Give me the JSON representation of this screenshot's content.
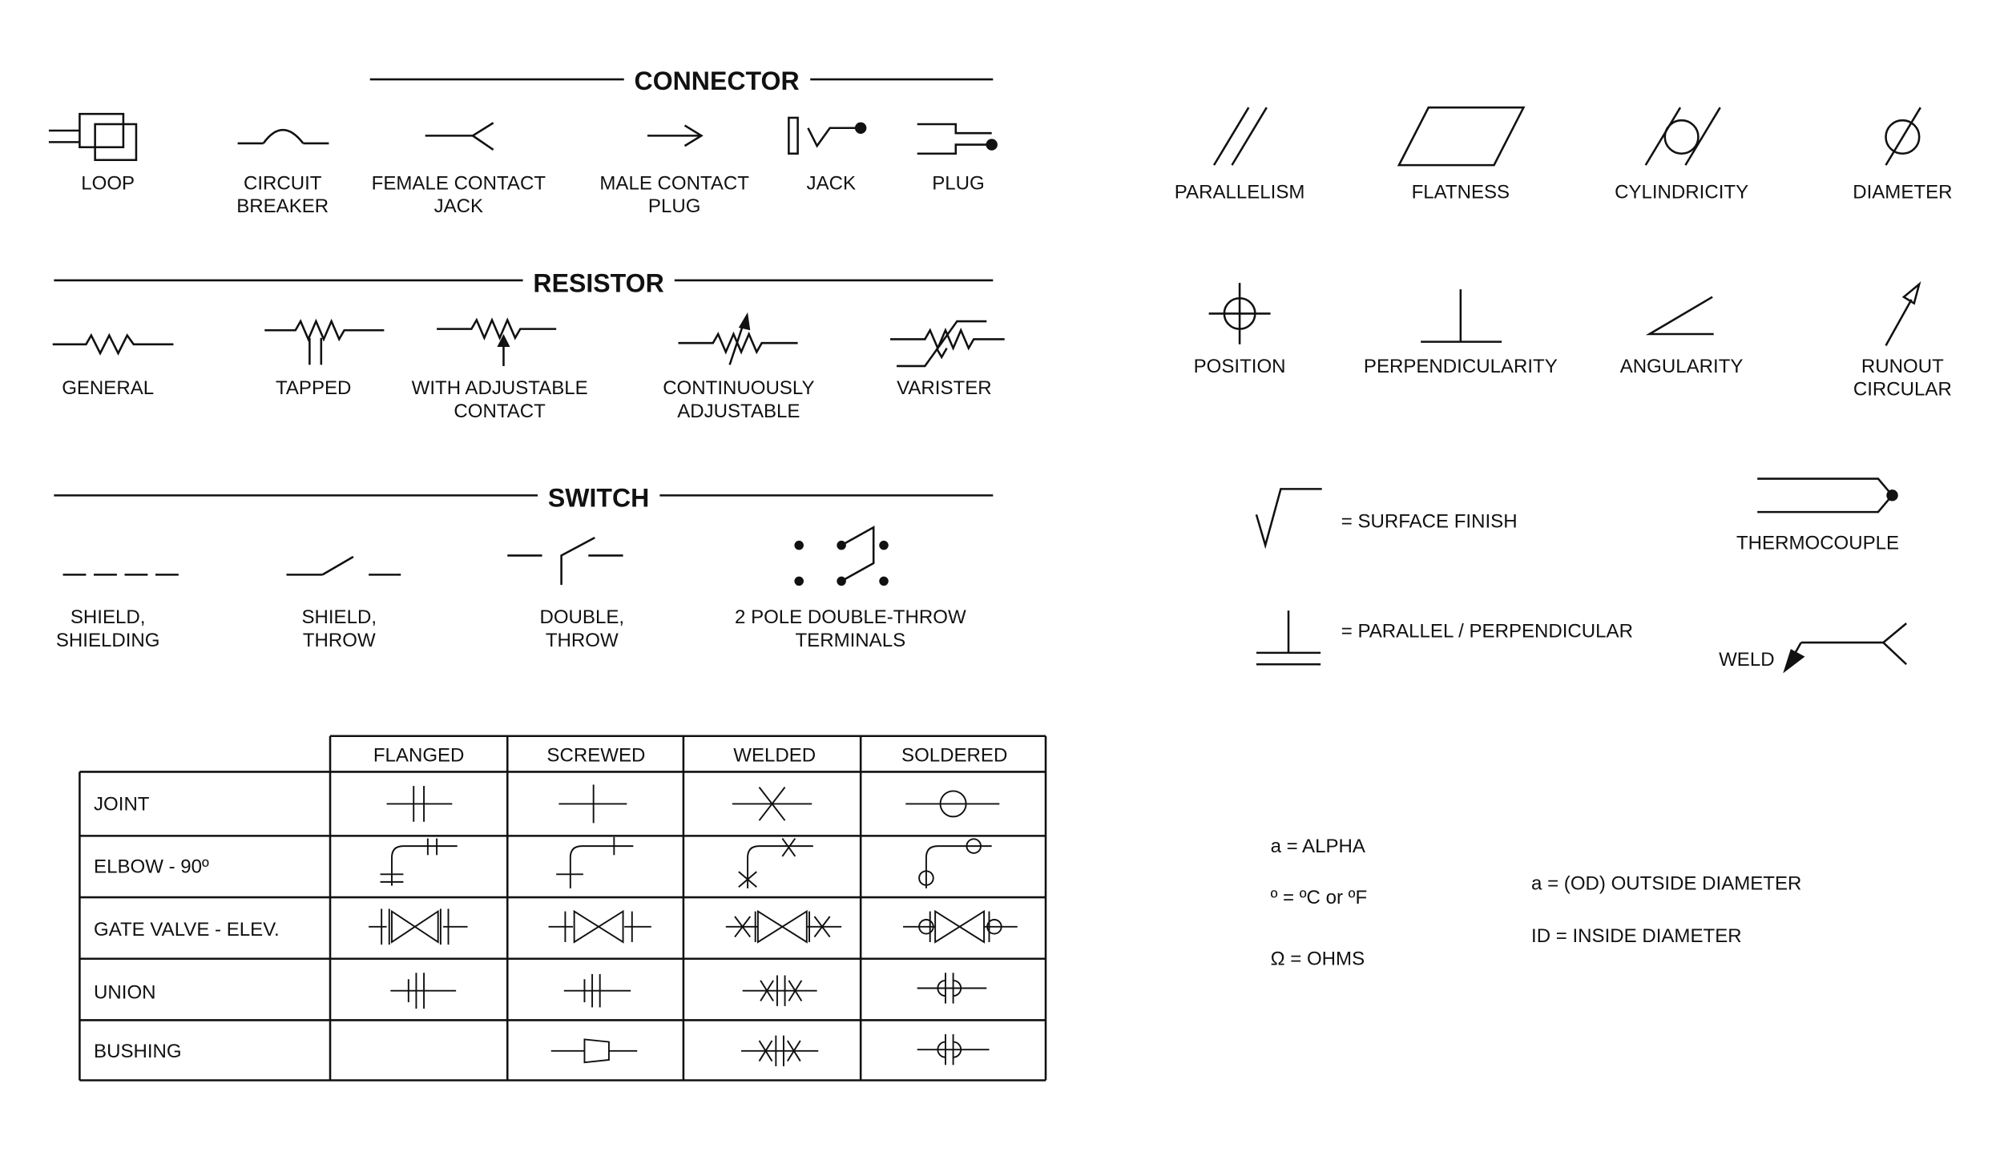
{
  "sections": {
    "connector": {
      "title": "CONNECTOR",
      "items": [
        "LOOP",
        "CIRCUIT\nBREAKER",
        "FEMALE CONTACT\nJACK",
        "MALE CONTACT\nPLUG",
        "JACK",
        "PLUG"
      ]
    },
    "resistor": {
      "title": "RESISTOR",
      "items": [
        "GENERAL",
        "TAPPED",
        "WITH ADJUSTABLE\nCONTACT",
        "CONTINUOUSLY\nADJUSTABLE",
        "VARISTER"
      ]
    },
    "switch": {
      "title": "SWITCH",
      "items": [
        "SHIELD,\nSHIELDING",
        "SHIELD,\nTHROW",
        "DOUBLE,\nTHROW",
        "2 POLE DOUBLE-THROW\nTERMINALS"
      ]
    }
  },
  "gdt": {
    "row1": [
      "PARALLELISM",
      "FLATNESS",
      "CYLINDRICITY",
      "DIAMETER"
    ],
    "row2": [
      "POSITION",
      "PERPENDICULARITY",
      "ANGULARITY",
      "RUNOUT\nCIRCULAR"
    ]
  },
  "legend": {
    "surface_finish": "= SURFACE FINISH",
    "parallel_perpendicular": "= PARALLEL / PERPENDICULAR",
    "thermocouple": "THERMOCOUPLE",
    "weld": "WELD"
  },
  "pipe_table": {
    "columns": [
      "FLANGED",
      "SCREWED",
      "WELDED",
      "SOLDERED"
    ],
    "rows": [
      "JOINT",
      "ELBOW - 90º",
      "GATE VALVE - ELEV.",
      "UNION",
      "BUSHING"
    ]
  },
  "abbreviations": {
    "alpha": "a = ALPHA",
    "degree": "º = ºC or ºF",
    "ohms": "Ω = OHMS",
    "od": "a = (OD) OUTSIDE DIAMETER",
    "id": "ID = INSIDE DIAMETER"
  }
}
